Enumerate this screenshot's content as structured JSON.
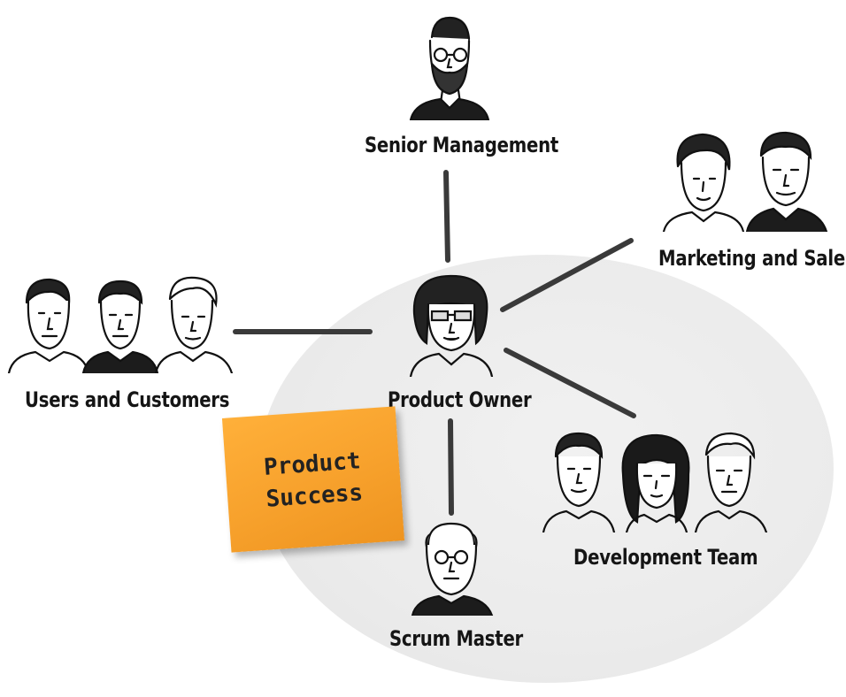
{
  "labels": {
    "senior_management": "Senior Management",
    "marketing_sales": "Marketing and Sales",
    "users_customers": "Users and Customers",
    "product_owner": "Product Owner",
    "development_team": "Development Team",
    "scrum_master": "Scrum Master"
  },
  "sticky_note": {
    "line1": "Product",
    "line2": "Success",
    "color": "#f7a12c"
  },
  "colors": {
    "circle": "#ececec",
    "connector": "#3a3a3a",
    "ink": "#151515"
  }
}
